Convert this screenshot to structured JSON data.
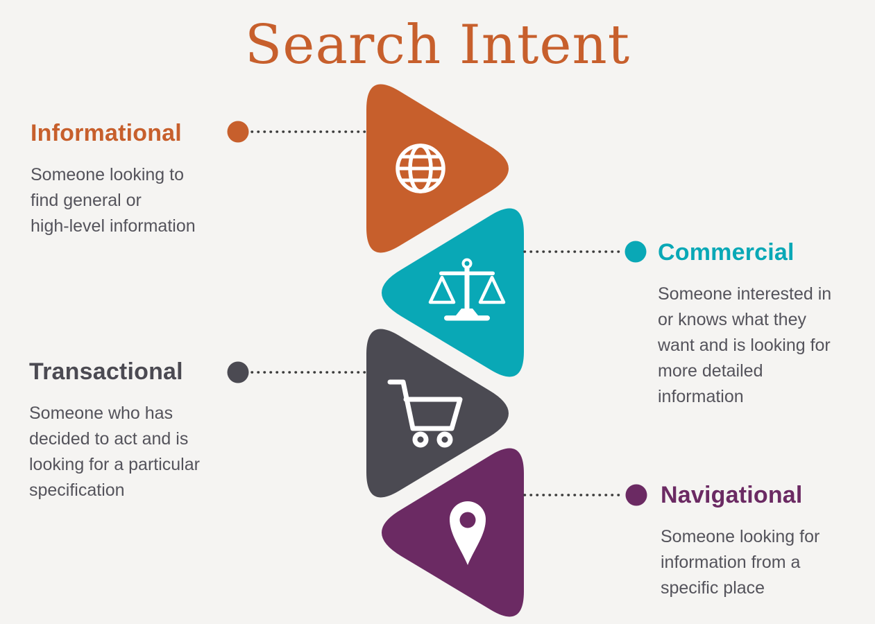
{
  "title": "Search Intent",
  "palette": {
    "background": "#F5F4F2",
    "title_color": "#C75F2C",
    "body_text": "#54535B",
    "connector": "#3B3B3B",
    "icon_color": "#FFFFFF"
  },
  "items": [
    {
      "label": "Informational",
      "description": "Someone looking to\nfind general or\nhigh-level information",
      "color": "#C75F2C",
      "icon": "globe-icon",
      "side": "left"
    },
    {
      "label": "Commercial",
      "description": "Someone interested in\nor knows what they\nwant and is looking for\nmore detailed\ninformation",
      "color": "#09A8B6",
      "icon": "scales-icon",
      "side": "right"
    },
    {
      "label": "Transactional",
      "description": "Someone who has\ndecided to act and is\nlooking for a particular\nspecification",
      "color": "#4B4A52",
      "icon": "shopping-cart-icon",
      "side": "left"
    },
    {
      "label": "Navigational",
      "description": "Someone looking for\ninformation from a\nspecific place",
      "color": "#6B2A63",
      "icon": "location-pin-icon",
      "side": "right"
    }
  ]
}
